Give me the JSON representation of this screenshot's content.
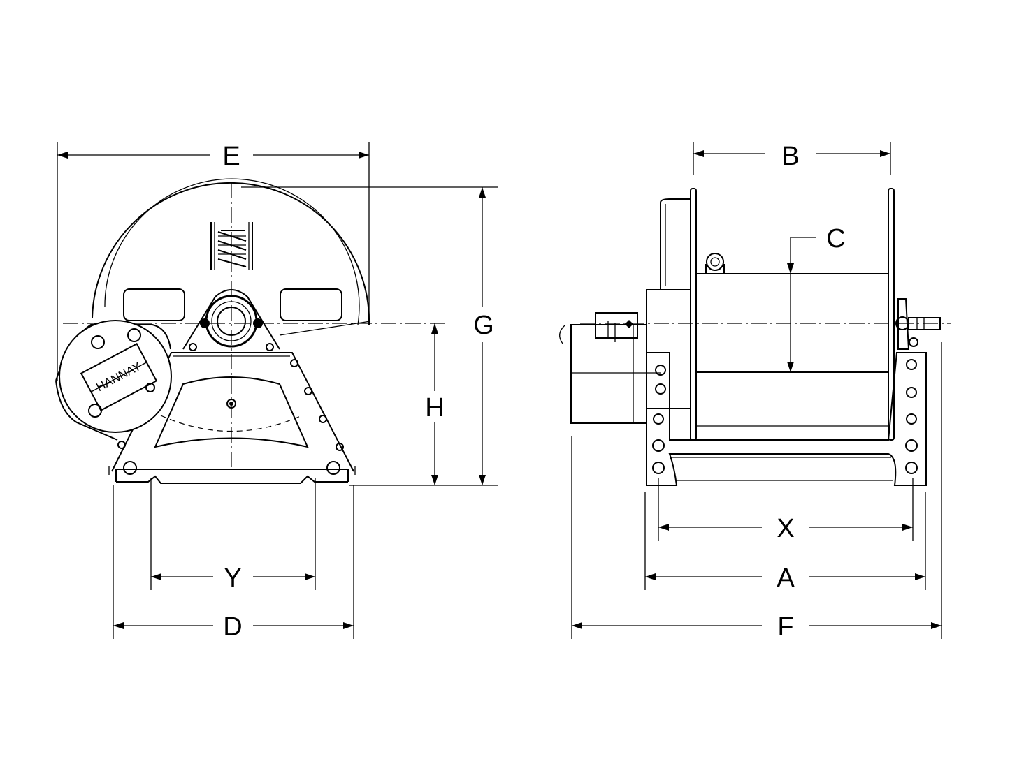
{
  "drawing": {
    "subject": "hose reel",
    "views": [
      "front-view",
      "side-view"
    ]
  },
  "dimensions": {
    "E": "E",
    "G": "G",
    "H": "H",
    "Y": "Y",
    "D": "D",
    "B": "B",
    "C": "C",
    "X": "X",
    "A": "A",
    "F": "F"
  },
  "logo": {
    "text": "HANNAY"
  }
}
